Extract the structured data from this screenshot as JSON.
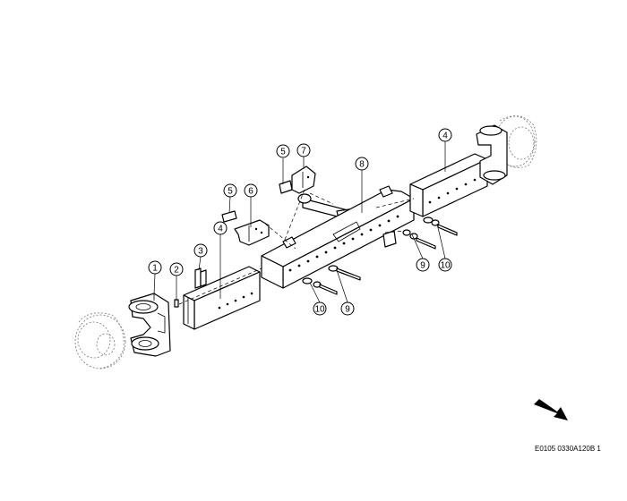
{
  "callouts": [
    {
      "id": "c1",
      "label": "1"
    },
    {
      "id": "c2",
      "label": "2"
    },
    {
      "id": "c3",
      "label": "3"
    },
    {
      "id": "c4a",
      "label": "4"
    },
    {
      "id": "c4b",
      "label": "4"
    },
    {
      "id": "c5a",
      "label": "5"
    },
    {
      "id": "c5b",
      "label": "5"
    },
    {
      "id": "c6",
      "label": "6"
    },
    {
      "id": "c7",
      "label": "7"
    },
    {
      "id": "c8",
      "label": "8"
    },
    {
      "id": "c9a",
      "label": "9"
    },
    {
      "id": "c9b",
      "label": "9"
    },
    {
      "id": "c10a",
      "label": "10"
    },
    {
      "id": "c10b",
      "label": "10"
    }
  ],
  "reference_code": "E0105 0330A120B 1",
  "icons": {
    "direction": "direction-arrow-icon"
  }
}
